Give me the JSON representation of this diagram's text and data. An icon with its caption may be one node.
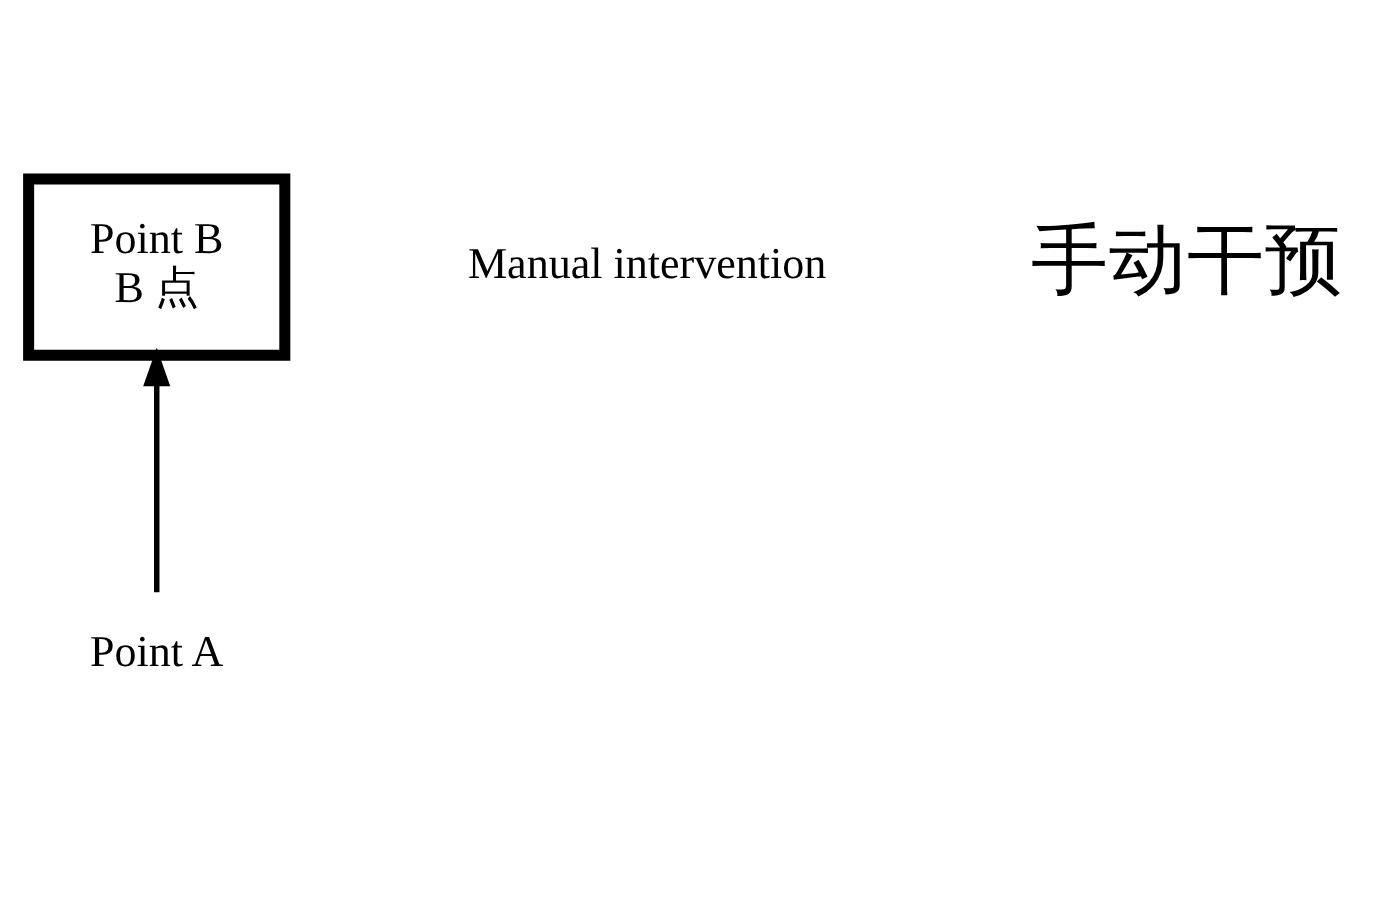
{
  "diagram": {
    "nodes": [
      {
        "text": [
          "Point B",
          "B 点"
        ]
      },
      {
        "text": [
          "Point A"
        ]
      }
    ],
    "edges": [
      {
        "from": 1,
        "to": 0,
        "arrow": "to"
      }
    ],
    "labels": [
      "Manual intervention",
      "手动干预"
    ]
  }
}
